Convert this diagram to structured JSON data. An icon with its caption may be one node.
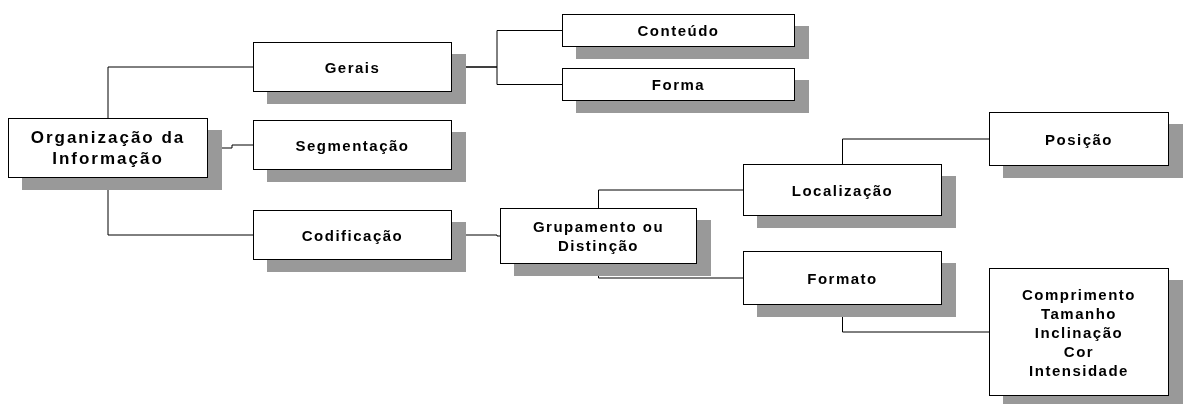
{
  "diagram": {
    "nodes": [
      {
        "text": [
          "Organização da Informação"
        ]
      },
      {
        "text": [
          "Gerais"
        ]
      },
      {
        "text": [
          "Segmentação"
        ]
      },
      {
        "text": [
          "Codificação"
        ]
      },
      {
        "text": [
          "Conteúdo"
        ]
      },
      {
        "text": [
          "Forma"
        ]
      },
      {
        "text": [
          "Grupamento ou Distinção"
        ]
      },
      {
        "text": [
          "Localização"
        ]
      },
      {
        "text": [
          "Formato"
        ]
      },
      {
        "text": [
          "Posição"
        ]
      },
      {
        "text": [
          "Comprimento",
          "Tamanho",
          "Inclinação",
          "Cor",
          "Intensidade"
        ]
      }
    ],
    "edges": [
      {
        "from": 0,
        "to": 1,
        "arrow": "none"
      },
      {
        "from": 0,
        "to": 2,
        "arrow": "none"
      },
      {
        "from": 0,
        "to": 3,
        "arrow": "none"
      },
      {
        "from": 1,
        "to": 4,
        "arrow": "none"
      },
      {
        "from": 1,
        "to": 5,
        "arrow": "none"
      },
      {
        "from": 3,
        "to": 6,
        "arrow": "none"
      },
      {
        "from": 6,
        "to": 7,
        "arrow": "none"
      },
      {
        "from": 6,
        "to": 8,
        "arrow": "none"
      },
      {
        "from": 7,
        "to": 9,
        "arrow": "none"
      },
      {
        "from": 8,
        "to": 10,
        "arrow": "none"
      }
    ]
  }
}
